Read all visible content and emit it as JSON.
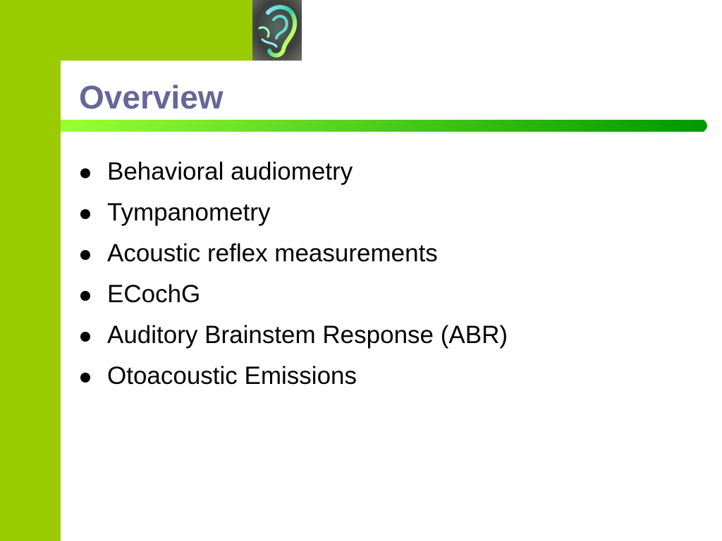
{
  "slide": {
    "title": "Overview",
    "bullets": [
      "Behavioral audiometry",
      "Tympanometry",
      "Acoustic reflex measurements",
      "ECochG",
      "Auditory Brainstem Response (ABR)",
      "Otoacoustic Emissions"
    ],
    "logo_icon": "ear-icon"
  },
  "colors": {
    "frame_green": "#99cc00",
    "title_color": "#666699",
    "rule_start": "#99ff33",
    "rule_end": "#009900",
    "text": "#000000",
    "background": "#ffffff"
  }
}
